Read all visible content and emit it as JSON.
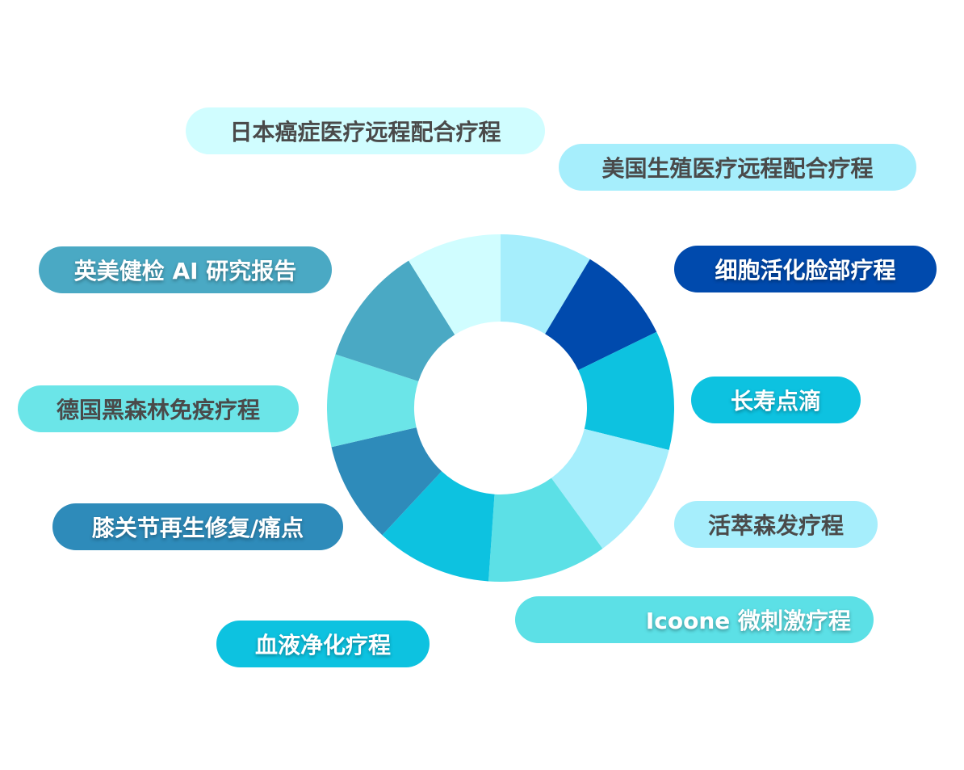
{
  "segments": [
    {
      "label": "美国生殖医疗远程配合疗程",
      "color": "#a6eefc",
      "start": 0,
      "end": 31
    },
    {
      "label": "细胞活化脸部疗程",
      "color": "#004aad",
      "start": 31,
      "end": 64
    },
    {
      "label": "长寿点滴",
      "color": "#0dc2e0",
      "start": 64,
      "end": 104
    },
    {
      "label": "活萃森发疗程",
      "color": "#a6eefc",
      "start": 104,
      "end": 144
    },
    {
      "label": "Icoone 微刺激疗程",
      "color": "#5ce0e6",
      "start": 144,
      "end": 184
    },
    {
      "label": "血液净化疗程",
      "color": "#0dc2e0",
      "start": 184,
      "end": 223
    },
    {
      "label": "膝关节再生修复/痛点",
      "color": "#2e8bba",
      "start": 223,
      "end": 257
    },
    {
      "label": "德国黑森林免疫疗程",
      "color": "#6be5e8",
      "start": 257,
      "end": 288
    },
    {
      "label": "英美健检 AI 研究报告",
      "color": "#4aa9c4",
      "start": 288,
      "end": 328
    },
    {
      "label": "日本癌症医疗远程配合疗程",
      "color": "#d0fdff",
      "start": 328,
      "end": 360
    }
  ]
}
